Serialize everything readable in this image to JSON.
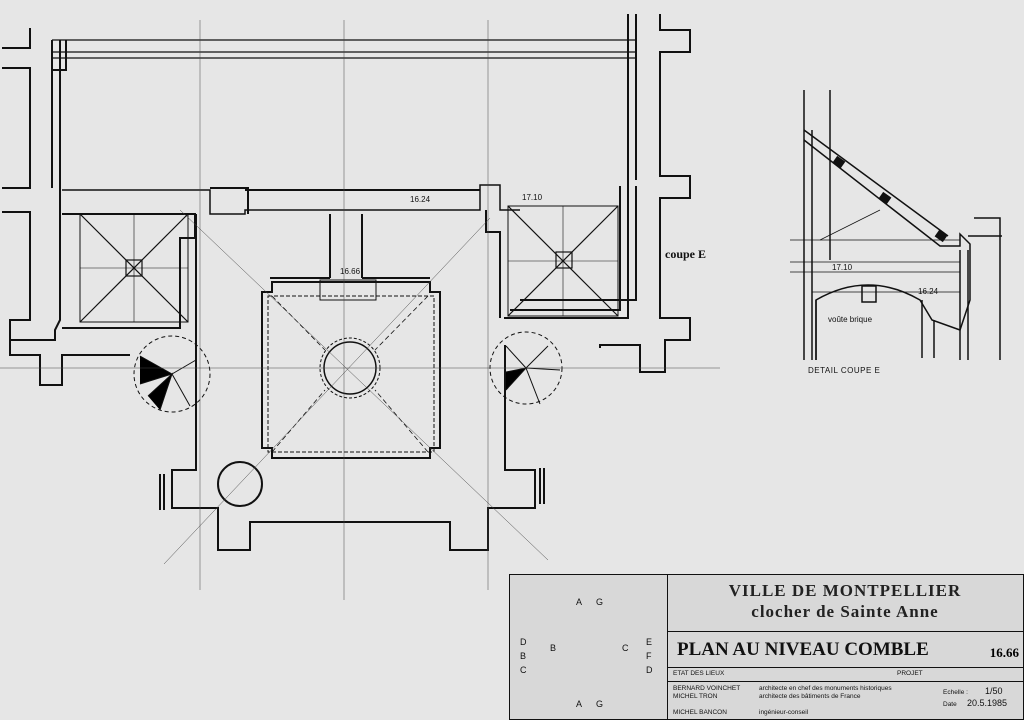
{
  "plan": {
    "dim_a": "16.24",
    "dim_b": "17.10",
    "dim_c": "16.66",
    "section_label": "coupe E"
  },
  "detail": {
    "dim_top": "17.10",
    "dim_bottom": "16.24",
    "vault_label": "voûte brique",
    "caption": "DETAIL COUPE E"
  },
  "title_block": {
    "city": "VILLE DE MONTPELLIER",
    "building": "clocher de Sainte Anne",
    "plan_title": "PLAN AU NIVEAU COMBLE",
    "level": "16.66",
    "col_existing": "ETAT DES LIEUX",
    "col_project": "PROJET",
    "names_1": "BERNARD VOINCHET",
    "names_2": "MICHEL TRON",
    "role_1": "architecte en chef des monuments historiques",
    "role_2": "architecte des bâtiments de France",
    "names_3": "MICHEL BANCON",
    "role_3": "ingénieur-conseil",
    "scale_label": "Echelle :",
    "scale_value": "1/50",
    "date_label": "Date",
    "date_value": "20.5.1985",
    "key_letters": [
      "A",
      "G",
      "D",
      "E",
      "B",
      "C",
      "F",
      "D",
      "B",
      "C",
      "A",
      "G"
    ]
  }
}
